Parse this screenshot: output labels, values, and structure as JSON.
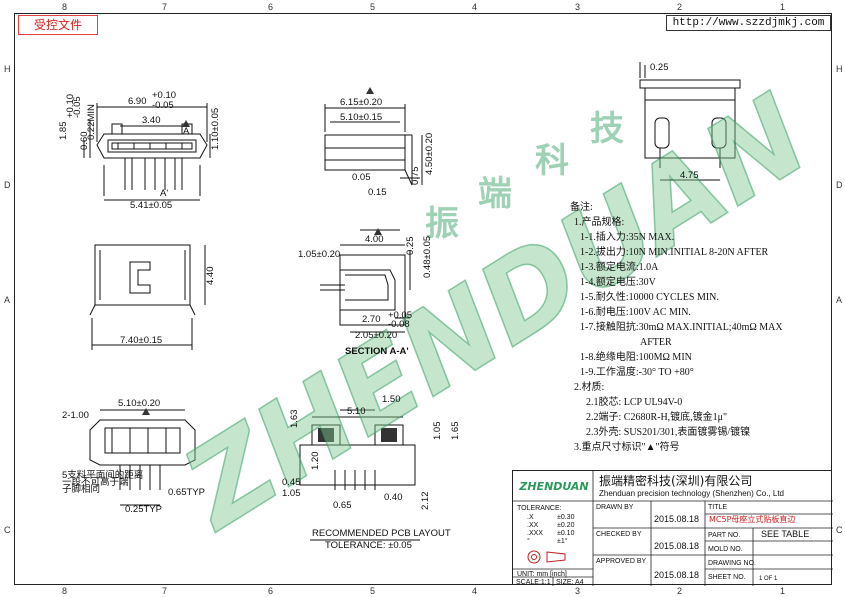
{
  "header": {
    "stamp": "受控文件",
    "url": "http://www.szzdjmkj.com"
  },
  "border_labels": {
    "columns": [
      "8",
      "7",
      "6",
      "5",
      "4",
      "3",
      "2",
      "1"
    ],
    "rows": [
      "H",
      "D",
      "A",
      "C"
    ]
  },
  "watermark": {
    "text": "ZHENDUAN",
    "chinese": [
      "振",
      "端",
      "科",
      "技"
    ],
    "color": "#2a9a5a"
  },
  "top_view": {
    "overall": "6.90",
    "tol_plus": "+0.10",
    "tol_minus": "-0.05",
    "inner": "3.40",
    "height_right": "1.10±0.05",
    "left_dims": [
      "1.85",
      "+0.10",
      "-0.05",
      "0.60",
      "0.22MIN"
    ],
    "bottom": "5.41±0.05",
    "section_mark": "A",
    "section_mark2": "A'"
  },
  "front_view": {
    "width": "7.40±0.15",
    "height": "4.40"
  },
  "side_view": {
    "d1": "6.15±0.20",
    "d2": "5.10±0.15",
    "d3": "4.50±0.20",
    "d4": "0.75",
    "d5": "0.05",
    "d6": "0.15"
  },
  "section_view": {
    "d1": "1.05±0.20",
    "d2": "4.00",
    "d3": "0.25",
    "d4": "0.48±0.05",
    "d5": "2.70",
    "d5_tol": [
      "+0.05",
      "-0.08"
    ],
    "d6": "2.05±0.20",
    "label": "SECTION A-A'"
  },
  "right_view": {
    "d1": "0.25",
    "d2": "4.75"
  },
  "bottom_left": {
    "d1": "5.10±0.20",
    "d2": "2-1.00",
    "d3": "0.65TYP",
    "d4": "0.25TYP",
    "note": [
      "5支料平面间的距离",
      "一段不可高于端",
      "子脚相同"
    ]
  },
  "pcb": {
    "dims": [
      "1.63",
      "5.10",
      "1.50",
      "1.05",
      "1.65",
      "1.20",
      "0.45",
      "1.05",
      "0.65",
      "0.40",
      "2.12"
    ],
    "title": "RECOMMENDED PCB LAYOUT",
    "tolerance": "TOLERANCE: ±0.05"
  },
  "notes": {
    "title": "备注:",
    "lines": [
      "1.产品规格:",
      "1-1.插入力:35N MAX.",
      "1-2.拔出力:10N MIN.INITIAL 8-20N AFTER",
      "1-3.额定电流:1.0A",
      "1-4.额定电压:30V",
      "1-5.耐久性:10000 CYCLES MIN.",
      "1-6.耐电压:100V AC MIN.",
      "1-7.接触阻抗:30mΩ MAX.INITIAL;40mΩ MAX",
      "AFTER",
      "1-8.绝缘电阻:100MΩ MIN",
      "1-9.工作温度:-30° TO +80°",
      "2.材质:",
      "2.1胶芯: LCP UL94V-0",
      "2.2端子: C2680R-H,镀底,镀金1μ\"",
      "2.3外壳: SUS201/301,表面镀雾锡/镀镍",
      "3.重点尺寸标识\"▲\"符号"
    ]
  },
  "title_block": {
    "company_cn": "振端精密科技(深圳)有限公司",
    "company_en": "Zhenduan precision technology (Shenzhen) Co., Ltd",
    "logo": "ZHENDUAN",
    "tolerance_label": "TOLERANCE:",
    "tolerances": [
      [
        ".X",
        "±0.30"
      ],
      [
        ".XX",
        "±0.20"
      ],
      [
        ".XXX",
        "±0.10"
      ],
      [
        "°",
        "±1°"
      ]
    ],
    "drawn_by": "DRAWN BY",
    "checked_by": "CHECKED BY",
    "approved_by": "APPROVED BY",
    "date": "2015.08.18",
    "title_label": "TITLE",
    "title_value": "MC5P母座立式贴板直边",
    "part_no": "PART NO.",
    "see_table": "SEE TABLE",
    "mold_no": "MOLD NO.",
    "drawing_no": "DRAWING NO.",
    "sheet_no": "SHEET NO.",
    "sheet_value": "1 OF 1",
    "unit": "UNIT: mm [inch]",
    "scale": "SCALE:1:1",
    "size": "SIZE: A4"
  }
}
